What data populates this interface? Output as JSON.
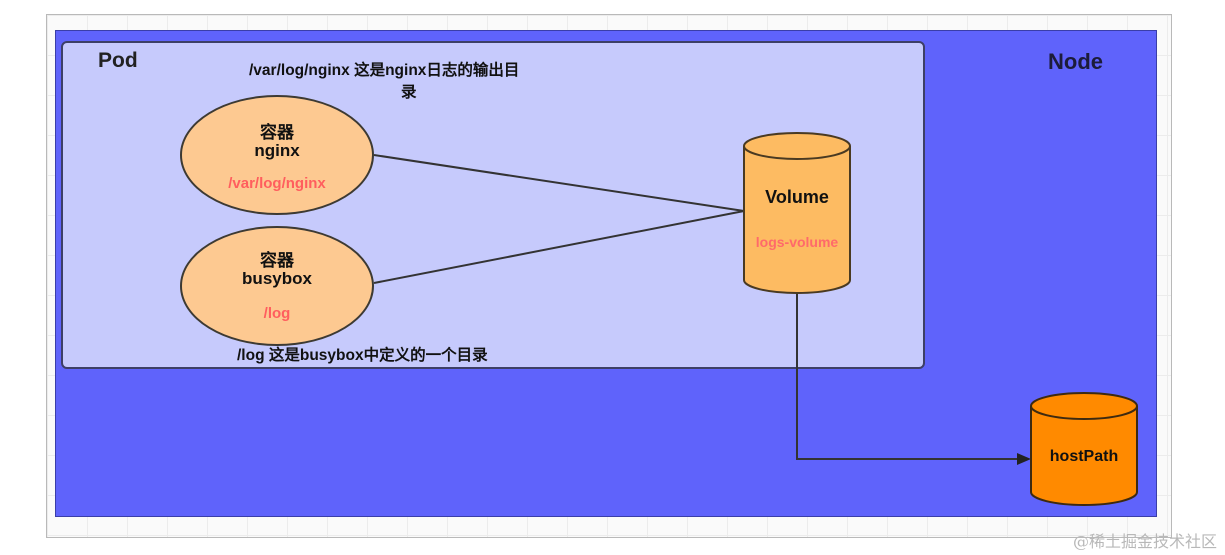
{
  "diagram": {
    "node_label": "Node",
    "pod_label": "Pod",
    "note_top_line1": "/var/log/nginx 这是nginx日志的输出目",
    "note_top_line2": "录",
    "note_bottom": "/log 这是busybox中定义的一个目录",
    "containers": [
      {
        "kind": "容器",
        "name": "nginx",
        "path": "/var/log/nginx"
      },
      {
        "kind": "容器",
        "name": "busybox",
        "path": "/log"
      }
    ],
    "volume": {
      "title": "Volume",
      "name": "logs-volume"
    },
    "host": {
      "title": "hostPath"
    },
    "colors": {
      "node_fill": "#5f63fb",
      "pod_fill": "#c6cafc",
      "container_fill": "#fdc991",
      "volume_fill": "#fdbb62",
      "host_fill": "#ff8a00",
      "path_text": "#ff5e5e"
    }
  },
  "watermark": "@稀土掘金技术社区"
}
